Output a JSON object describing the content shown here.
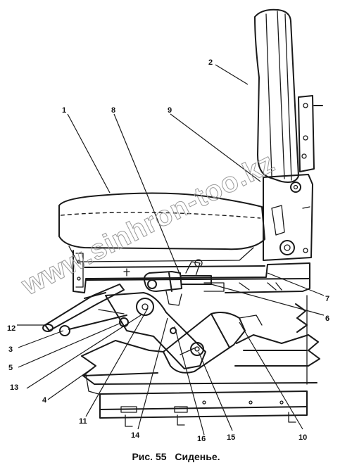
{
  "caption": {
    "figure": "Рис. 55",
    "title": "Сиденье."
  },
  "watermark": "www.sinhron-too.kz",
  "callouts": {
    "c1": "1",
    "c2": "2",
    "c3": "3",
    "c4": "4",
    "c5": "5",
    "c6": "6",
    "c7": "7",
    "c8": "8",
    "c9": "9",
    "c10": "10",
    "c11": "11",
    "c12": "12",
    "c13": "13",
    "c14": "14",
    "c15": "15",
    "c16": "16"
  }
}
